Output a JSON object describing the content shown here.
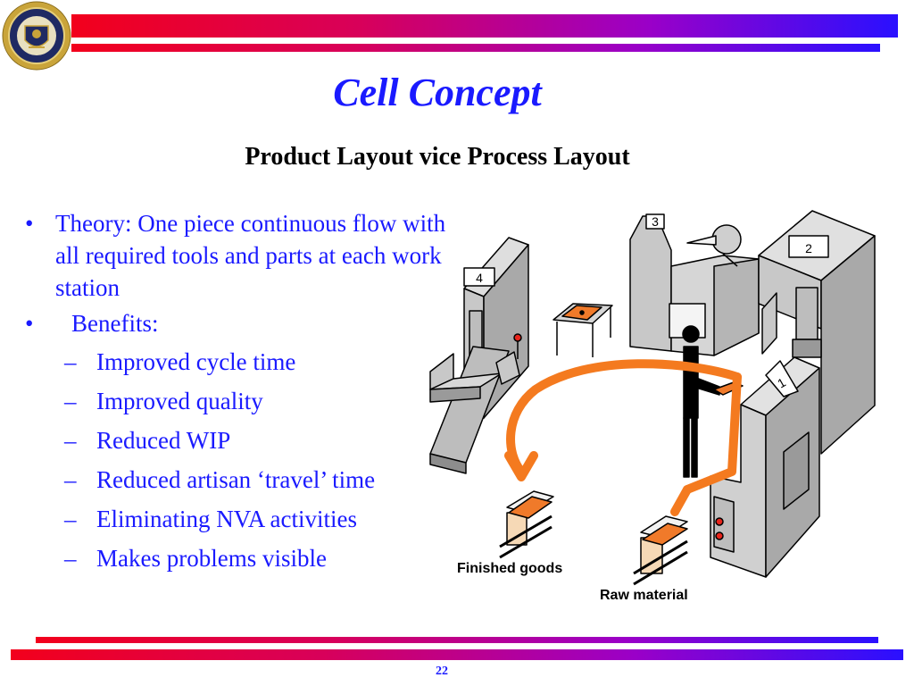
{
  "title": "Cell Concept",
  "subtitle": "Product Layout vice Process Layout",
  "bullets": [
    {
      "marker": "•",
      "text": "Theory:  One piece continuous flow with all required tools and parts at each work station"
    },
    {
      "marker": "•",
      "text": "Benefits:"
    }
  ],
  "benefits": [
    {
      "marker": "–",
      "text": "Improved cycle time"
    },
    {
      "marker": "–",
      "text": "Improved quality"
    },
    {
      "marker": "–",
      "text": "Reduced WIP"
    },
    {
      "marker": "–",
      "text": "Reduced artisan ‘travel’ time"
    },
    {
      "marker": "–",
      "text": "Eliminating NVA activities"
    },
    {
      "marker": "–",
      "text": "Makes problems visible"
    }
  ],
  "diagram": {
    "station_numbers": [
      "1",
      "2",
      "3",
      "4"
    ],
    "finished_goods_label": "Finished goods",
    "raw_material_label": "Raw material"
  },
  "page_number": "22",
  "colors": {
    "title": "#1a1aff",
    "flow_arrow": "#f47a1f",
    "machine_gray": "#c8c8c8",
    "bar_start": "#f2001c",
    "bar_end": "#2a10ff"
  }
}
